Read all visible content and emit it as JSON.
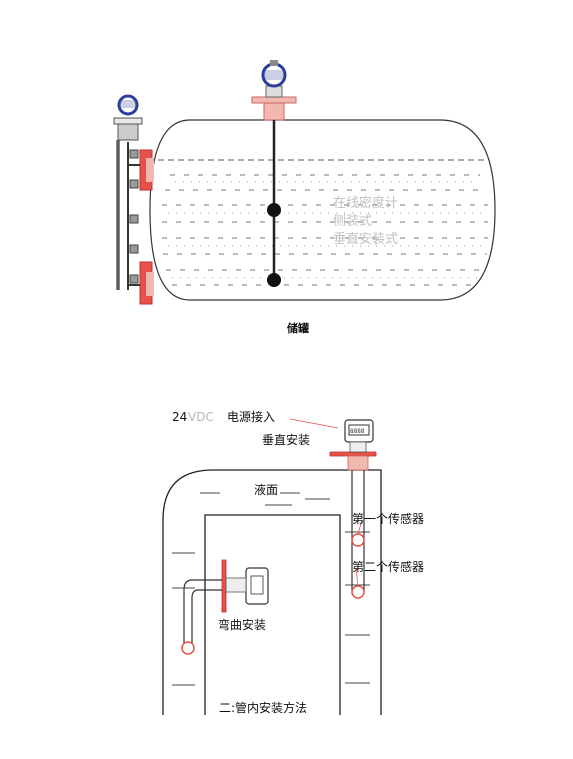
{
  "top_diagram": {
    "tank_labels": [
      "在线密度计",
      "侧装式",
      "垂直安装式"
    ],
    "caption": "储罐"
  },
  "bottom_diagram": {
    "power_voltage": "24",
    "power_unit": "VDC",
    "power_label": "电源接入",
    "vertical_install": "垂直安装",
    "liquid_surface": "液面",
    "sensor_one": "第一个传感器",
    "sensor_two": "第二个传感器",
    "bent_install": "弯曲安装",
    "method_title": "二:管内安装方法",
    "display_text": "8888"
  },
  "colors": {
    "flange_red": "#e8504a",
    "flange_pink": "#f2b8b0",
    "transmitter_blue": "#2a3f9a",
    "line": "#222222"
  }
}
